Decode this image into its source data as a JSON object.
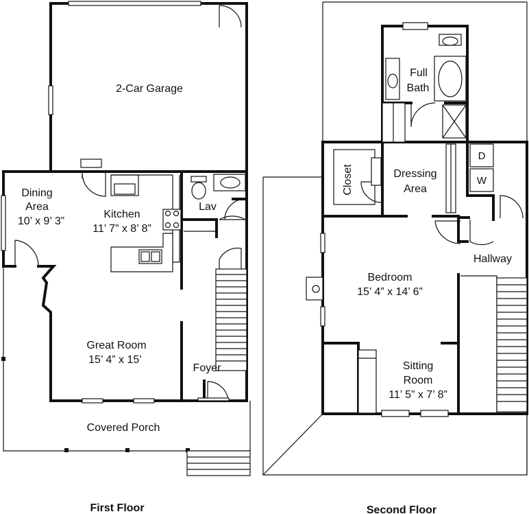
{
  "first_floor": {
    "caption": "First Floor",
    "rooms": {
      "garage": {
        "name": "2-Car Garage"
      },
      "dining": {
        "name_line1": "Dining",
        "name_line2": "Area",
        "dims": "10’ x 9’ 3”"
      },
      "kitchen": {
        "name": "Kitchen",
        "dims": "11’ 7” x 8’ 8”"
      },
      "lav": {
        "name": "Lav"
      },
      "great_room": {
        "name": "Great Room",
        "dims": "15’ 4” x 15’"
      },
      "foyer": {
        "name": "Foyer"
      },
      "porch": {
        "name": "Covered Porch"
      }
    }
  },
  "second_floor": {
    "caption": "Second Floor",
    "rooms": {
      "full_bath": {
        "name_line1": "Full",
        "name_line2": "Bath"
      },
      "closet": {
        "name": "Closet"
      },
      "dressing": {
        "name_line1": "Dressing",
        "name_line2": "Area"
      },
      "dryer": {
        "label": "D"
      },
      "washer": {
        "label": "W"
      },
      "hallway": {
        "name": "Hallway"
      },
      "bedroom": {
        "name": "Bedroom",
        "dims": "15’ 4” x 14’ 6”"
      },
      "sitting": {
        "name_line1": "Sitting",
        "name_line2": "Room",
        "dims": "11’ 5” x 7’ 8”"
      }
    }
  }
}
